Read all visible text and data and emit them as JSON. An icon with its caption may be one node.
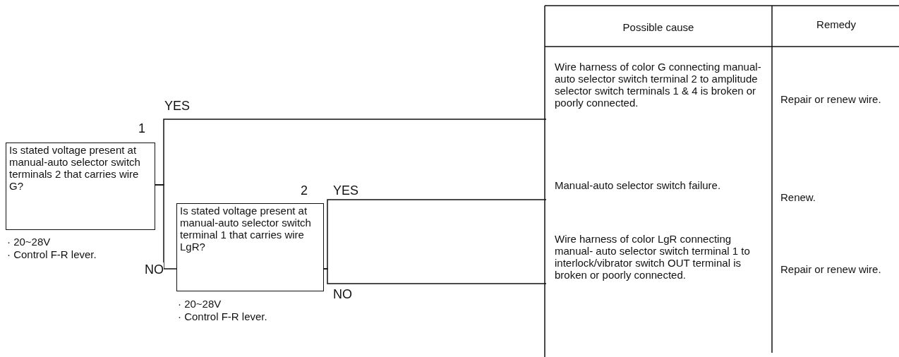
{
  "diagram": {
    "nodes": [
      {
        "text": [
          "Is stated voltage present at manual-auto selector switch terminals 2 that carries wire G?"
        ],
        "beside": [
          "1",
          "· 20~28V",
          "· Control F-R lever."
        ]
      },
      {
        "text": [
          "Is stated voltage present at manual-auto selector switch terminal 1 that carries wire LgR?"
        ],
        "beside": [
          "2",
          "· 20~28V",
          "· Control F-R lever."
        ]
      },
      {
        "text": [
          "Wire harness of color G connecting manual-auto selector switch terminal 2 to amplitude selector switch terminals 1 & 4 is broken or poorly connected."
        ]
      },
      {
        "text": [
          "Manual-auto selector switch failure."
        ]
      },
      {
        "text": [
          "Wire harness of color LgR connecting manual- auto selector switch terminal 1 to interlock/vibrator switch OUT terminal is broken or poorly connected."
        ]
      }
    ],
    "edges": [
      {
        "from": 0,
        "to": 2,
        "arrow": "none",
        "label": "YES"
      },
      {
        "from": 0,
        "to": 1,
        "arrow": "none",
        "label": "NO"
      },
      {
        "from": 1,
        "to": 3,
        "arrow": "none",
        "label": "YES"
      },
      {
        "from": 1,
        "to": 4,
        "arrow": "none",
        "label": "NO"
      }
    ],
    "labels": [
      "Possible cause",
      "Remedy",
      "Repair or renew wire.",
      "Renew.",
      "Repair or renew wire."
    ]
  }
}
